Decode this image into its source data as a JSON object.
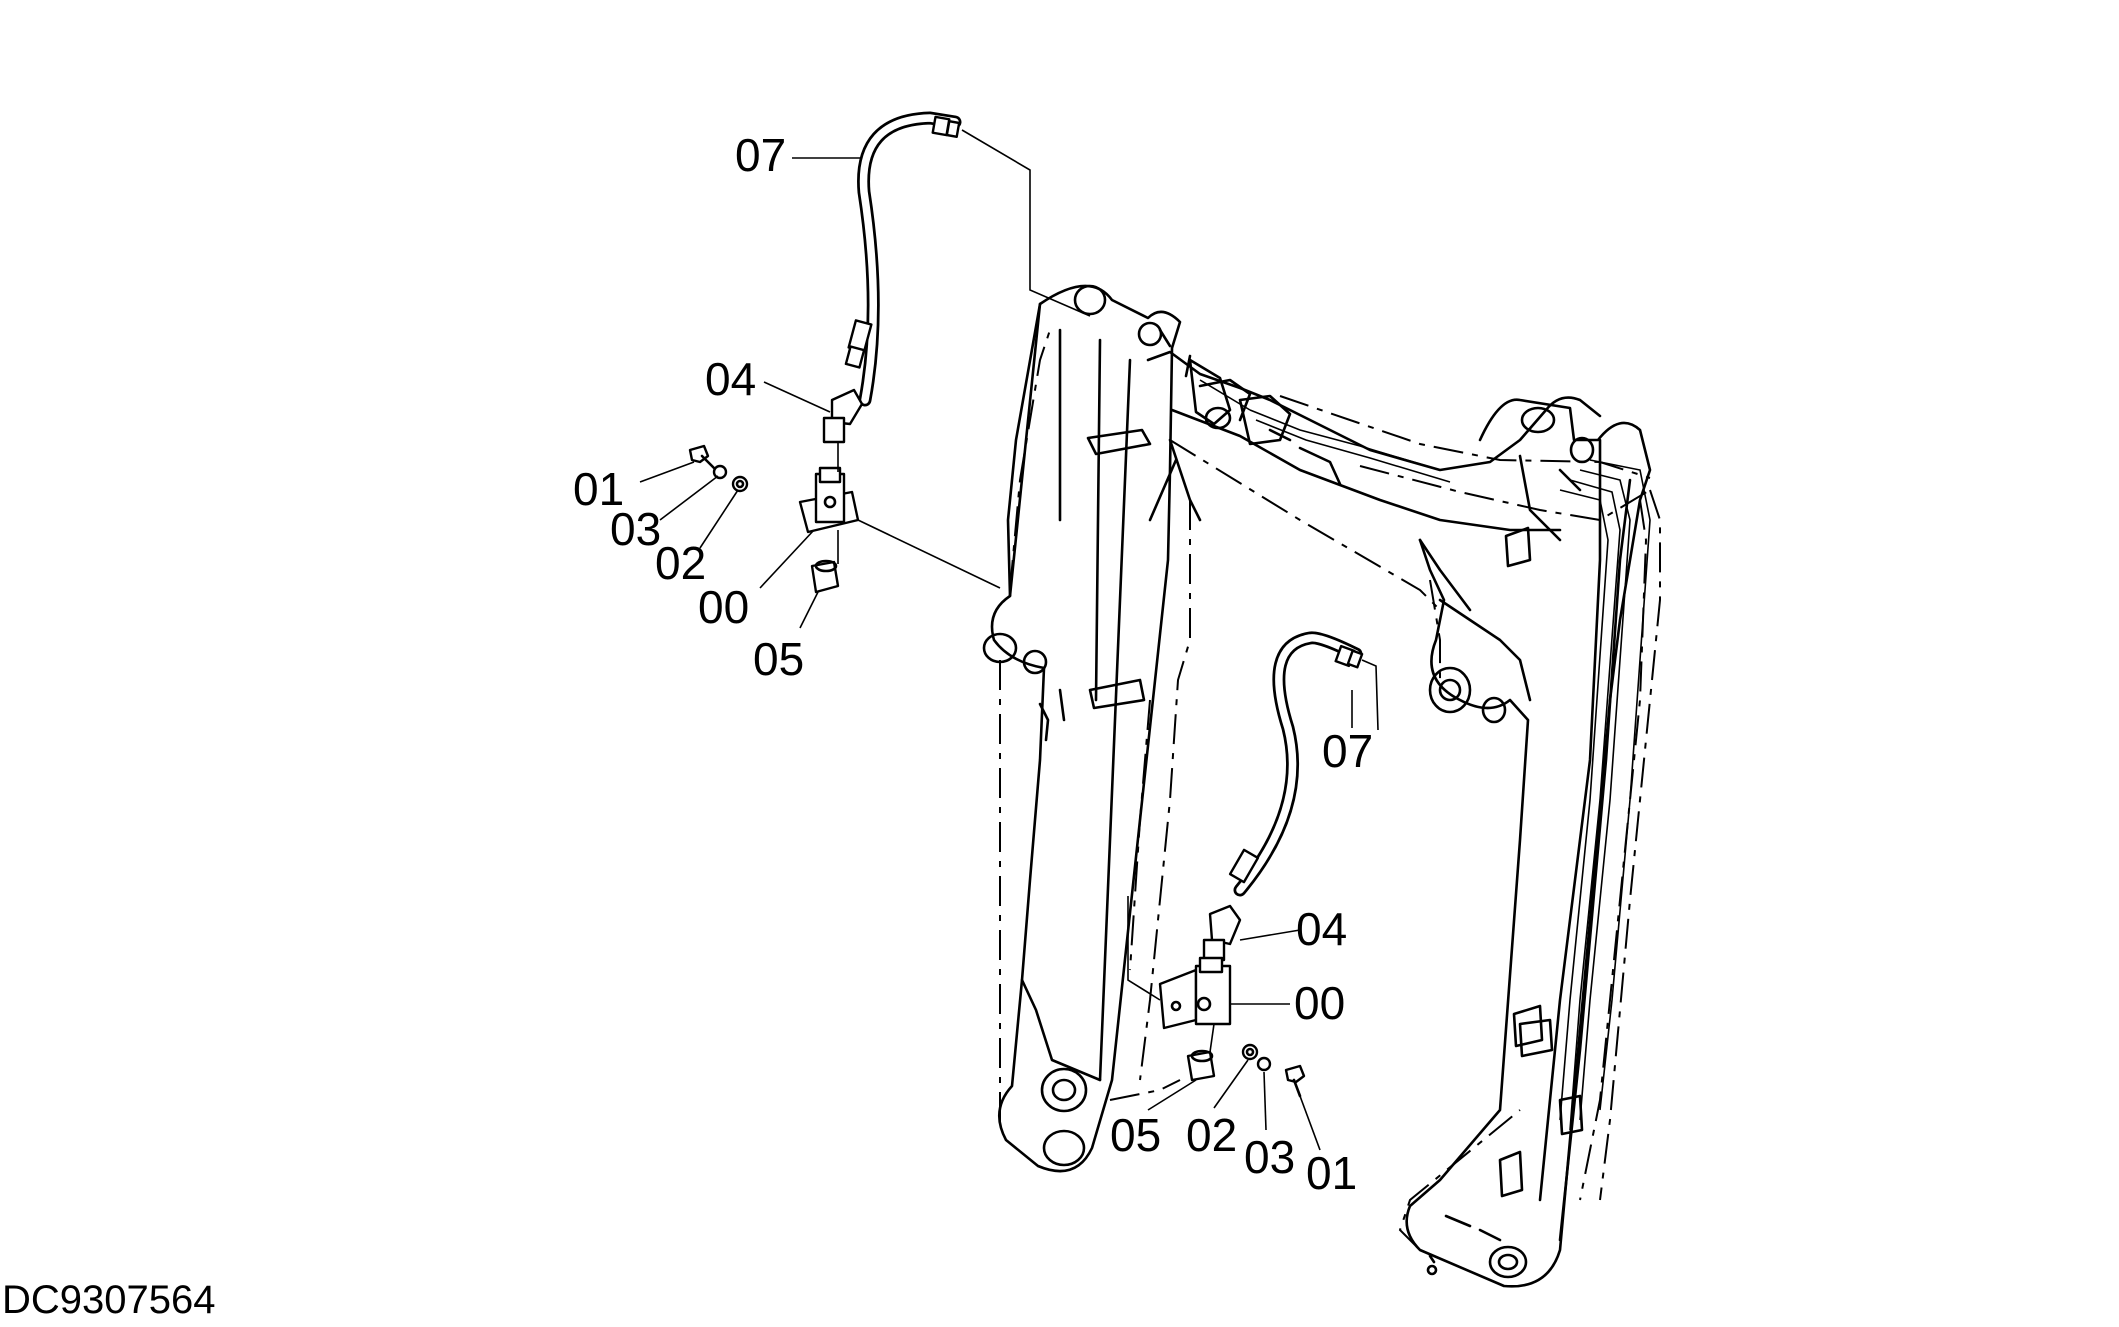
{
  "drawing": {
    "code": "DC9307564"
  },
  "callouts": [
    {
      "id": "upper-07",
      "text": "07"
    },
    {
      "id": "upper-04",
      "text": "04"
    },
    {
      "id": "upper-01",
      "text": "01"
    },
    {
      "id": "upper-03",
      "text": "03"
    },
    {
      "id": "upper-02",
      "text": "02"
    },
    {
      "id": "upper-00",
      "text": "00"
    },
    {
      "id": "upper-05",
      "text": "05"
    },
    {
      "id": "lower-07",
      "text": "07"
    },
    {
      "id": "lower-04",
      "text": "04"
    },
    {
      "id": "lower-00",
      "text": "00"
    },
    {
      "id": "lower-05",
      "text": "05"
    },
    {
      "id": "lower-02",
      "text": "02"
    },
    {
      "id": "lower-03",
      "text": "03"
    },
    {
      "id": "lower-01",
      "text": "01"
    }
  ]
}
